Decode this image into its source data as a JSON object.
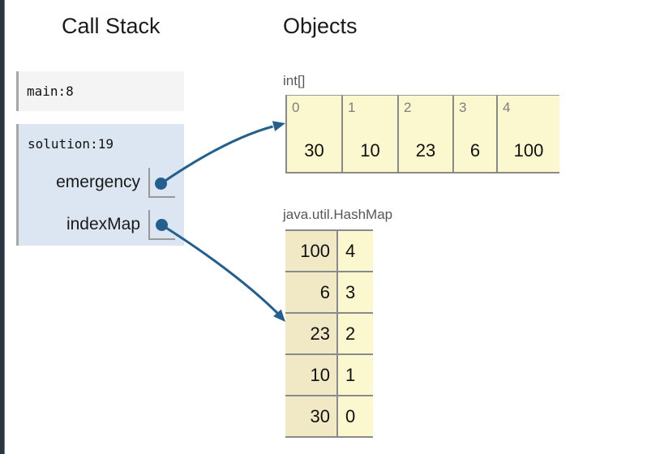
{
  "header": {
    "call_stack_title": "Call Stack",
    "objects_title": "Objects"
  },
  "call_stack": {
    "frames": [
      {
        "label": "main:8",
        "variables": []
      },
      {
        "label": "solution:19",
        "variables": [
          {
            "name": "emergency",
            "points_to": "int[]"
          },
          {
            "name": "indexMap",
            "points_to": "java.util.HashMap"
          }
        ]
      }
    ]
  },
  "objects": {
    "array": {
      "type_label": "int[]",
      "cells": [
        {
          "index": "0",
          "value": "30"
        },
        {
          "index": "1",
          "value": "10"
        },
        {
          "index": "2",
          "value": "23"
        },
        {
          "index": "3",
          "value": "6"
        },
        {
          "index": "4",
          "value": "100"
        }
      ]
    },
    "hashmap": {
      "type_label": "java.util.HashMap",
      "entries": [
        {
          "key": "100",
          "value": "4"
        },
        {
          "key": "6",
          "value": "3"
        },
        {
          "key": "23",
          "value": "2"
        },
        {
          "key": "10",
          "value": "1"
        },
        {
          "key": "30",
          "value": "0"
        }
      ]
    }
  },
  "colors": {
    "pointer_blue": "#245f8e",
    "active_frame_bg": "#dce6f2",
    "frame_bg": "#f4f4f4",
    "cell_yellow": "#fbf8cf",
    "map_key_tan": "#f1e8c6",
    "border_gray": "#8a8a8a",
    "edge_bar_dark": "#2b3441"
  }
}
